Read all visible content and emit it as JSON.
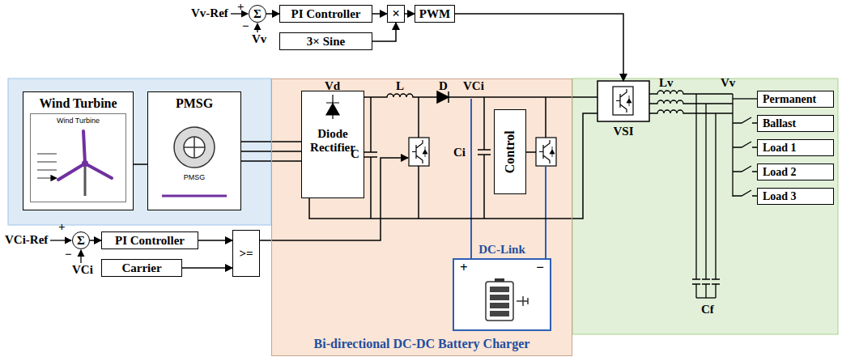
{
  "diagram": {
    "nodes": [
      {
        "text": [
          "Σ"
        ]
      },
      {
        "text": [
          "PI Controller"
        ]
      },
      {
        "text": [
          "×"
        ]
      },
      {
        "text": [
          "PWM"
        ]
      },
      {
        "text": [
          "3× Sine"
        ]
      },
      {
        "text": [
          "Wind Turbine"
        ]
      },
      {
        "text": [
          "Wind Turbine"
        ],
        "in": 5
      },
      {
        "text": [
          "PMSG",
          "PMSG"
        ]
      },
      {
        "text": [
          "Bi-directional DC-DC Battery Charger"
        ]
      },
      {
        "text": [
          "Diode Rectifier"
        ],
        "in": 8
      },
      {
        "text": [
          "Control"
        ],
        "in": 8
      },
      {
        "text": [
          "DC-Link",
          "+",
          "−"
        ],
        "in": 8
      },
      {
        "text": [
          "VSI"
        ]
      },
      {
        "text": [
          "Permanent"
        ]
      },
      {
        "text": [
          "Ballast"
        ]
      },
      {
        "text": [
          "Load 1"
        ]
      },
      {
        "text": [
          "Load 2"
        ]
      },
      {
        "text": [
          "Load 3"
        ]
      },
      {
        "text": [
          "Σ"
        ]
      },
      {
        "text": [
          "PI Controller"
        ]
      },
      {
        "text": [
          "Carrier"
        ]
      },
      {
        "text": [
          ">="
        ]
      }
    ],
    "edges": [
      {
        "from": 0,
        "to": 1,
        "arrow": "to"
      },
      {
        "from": 1,
        "to": 2,
        "arrow": "to"
      },
      {
        "from": 4,
        "to": 2,
        "arrow": "to"
      },
      {
        "from": 2,
        "to": 3,
        "arrow": "to"
      },
      {
        "from": 3,
        "to": 12,
        "arrow": "to"
      },
      {
        "from": 5,
        "to": 7,
        "arrow": "none"
      },
      {
        "from": 7,
        "to": 9,
        "arrow": "none"
      },
      {
        "from": 9,
        "to": 12,
        "arrow": "none"
      },
      {
        "from": 18,
        "to": 19,
        "arrow": "to"
      },
      {
        "from": 19,
        "to": 21,
        "arrow": "to"
      },
      {
        "from": 20,
        "to": 21,
        "arrow": "to"
      }
    ],
    "labels": [
      "Vv-Ref",
      "+",
      "−",
      "Vv",
      "Vd",
      "L",
      "D",
      "VCi",
      "C",
      "Ci",
      "Lv",
      "Vv",
      "Cf",
      "VCi-Ref",
      "+",
      "−",
      "VCi"
    ]
  }
}
